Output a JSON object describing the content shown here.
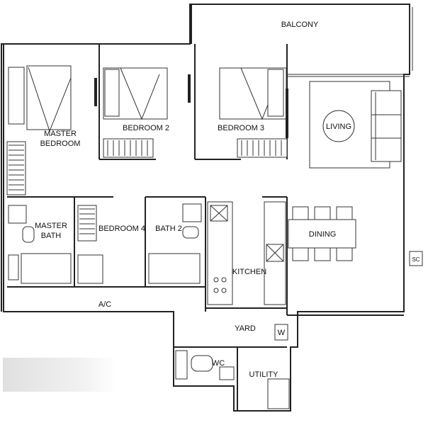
{
  "rooms": {
    "balcony": "BALCONY",
    "master_bedroom_1": "MASTER",
    "master_bedroom_2": "BEDROOM",
    "bedroom2": "BEDROOM 2",
    "bedroom3": "BEDROOM 3",
    "living": "LIVING",
    "master_bath_1": "MASTER",
    "master_bath_2": "BATH",
    "bedroom4": "BEDROOM 4",
    "bath2": "BATH 2",
    "dining": "DINING",
    "kitchen": "KITCHEN",
    "ac": "A/C",
    "yard": "YARD",
    "w": "W",
    "wc": "WC",
    "utility": "UTILITY",
    "sc": "SC"
  }
}
